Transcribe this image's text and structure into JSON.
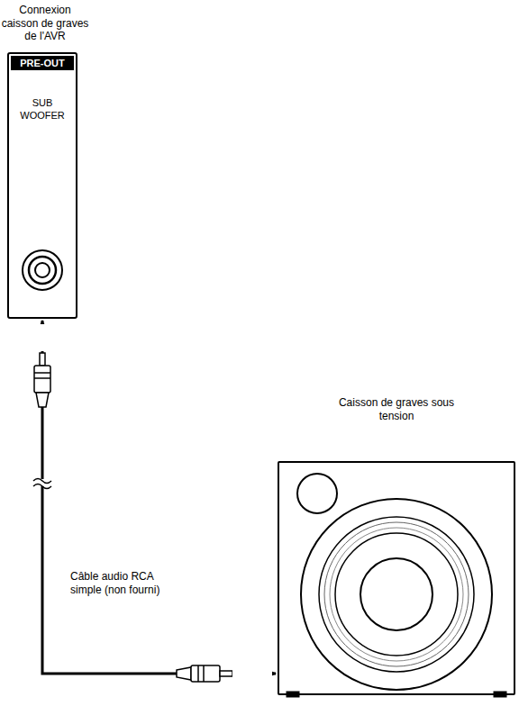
{
  "diagram": {
    "nodes": [
      {
        "text": [
          "Connexion caisson de graves de l'AVR",
          "PRE-OUT",
          "SUB WOOFER"
        ]
      },
      {
        "text": [
          "Caisson de graves sous tension"
        ]
      }
    ],
    "edges": [
      {
        "from": 0,
        "to": 1,
        "arrow": "both",
        "label": "Câble audio RCA simple (non fourni)"
      }
    ]
  }
}
